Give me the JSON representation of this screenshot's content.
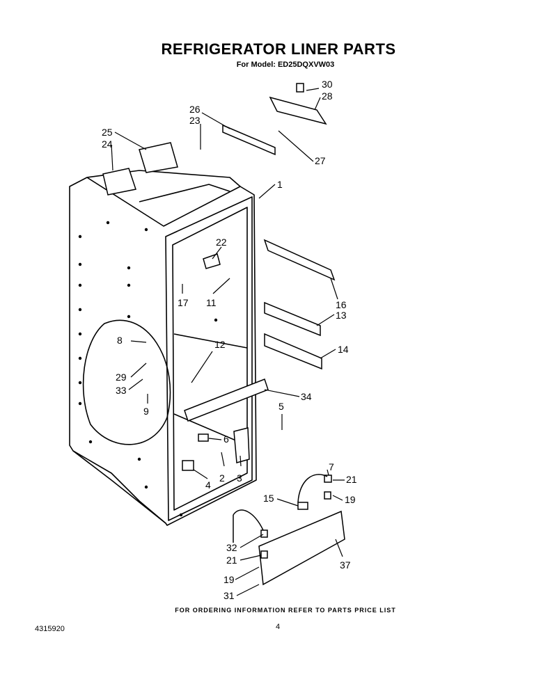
{
  "header": {
    "title": "REFRIGERATOR LINER PARTS",
    "subtitle": "For Model: ED25DQXVW03"
  },
  "footer": {
    "ordering_note": "FOR ORDERING INFORMATION REFER TO PARTS PRICE LIST",
    "page_number": "4",
    "document_number": "4315920"
  },
  "part_labels": {
    "p30": "30",
    "p28": "28",
    "p26": "26",
    "p23": "23",
    "p27": "27",
    "p25": "25",
    "p24": "24",
    "p1": "1",
    "p22": "22",
    "p17": "17",
    "p11": "11",
    "p16": "16",
    "p13": "13",
    "p14": "14",
    "p12": "12",
    "p8": "8",
    "p29": "29",
    "p33": "33",
    "p9": "9",
    "p34": "34",
    "p5": "5",
    "p6": "6",
    "p2": "2",
    "p3": "3",
    "p4": "4",
    "p7": "7",
    "p21a": "21",
    "p15": "15",
    "p19a": "19",
    "p32": "32",
    "p21b": "21",
    "p37": "37",
    "p19b": "19",
    "p31": "31"
  },
  "colors": {
    "ink": "#000000",
    "paper": "#ffffff"
  }
}
